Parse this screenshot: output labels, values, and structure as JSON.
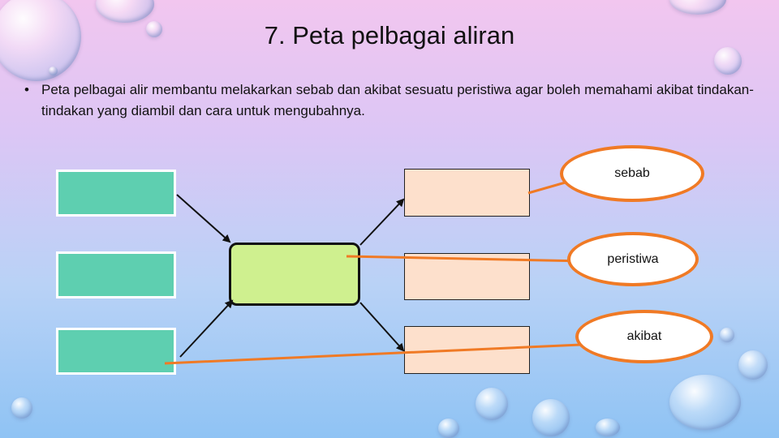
{
  "slide": {
    "title": "7. Peta pelbagai aliran",
    "bullet_symbol": "•",
    "bullet_text": "Peta pelbagai alir membantu melakarkan sebab dan akibat sesuatu peristiwa agar boleh memahami akibat tindakan-tindakan yang diambil dan cara untuk mengubahnya."
  },
  "labels": {
    "sebab": "sebab",
    "peristiwa": "peristiwa",
    "akibat": "akibat"
  },
  "colors": {
    "cause_box": "#5ecfb0",
    "event_box": "#cff08f",
    "effect_box": "#fde0cc",
    "callout_outline": "#f07a25",
    "arrow": "#111111"
  }
}
